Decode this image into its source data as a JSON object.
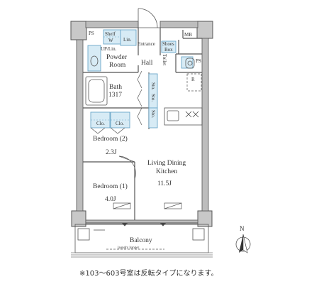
{
  "rooms": {
    "ps_top": "PS",
    "shelf": "Shelf",
    "w": "W",
    "lin_top": "Lin.",
    "up_lin": "UP/Lin.",
    "entrance": "Entrance",
    "shoes_box_1": "Shoes",
    "shoes_box_2": "Box",
    "mb": "MB",
    "powder_room_1": "Powder",
    "powder_room_2": "Room",
    "hall": "Hall",
    "toilet": "Toilet",
    "ps_right": "PS",
    "r": "R",
    "bath_1": "Bath",
    "bath_2": "1317",
    "sto_1": "Sto.",
    "sto_2": "Sto.",
    "sto_3": "Sto.",
    "clo_1": "Clo.",
    "clo_2": "Clo.",
    "bedroom2_name": "Bedroom (2)",
    "bedroom2_size": "2.3J",
    "ldk_name_1": "Living Dining",
    "ldk_name_2": "Kitchen",
    "ldk_size": "11.5J",
    "bedroom1_name": "Bedroom (1)",
    "bedroom1_size": "4.0J",
    "balcony": "Balcony",
    "laundry": "laundry hanger"
  },
  "compass": {
    "north": "N"
  },
  "footnote": "※103～603号室は反転タイプになります。",
  "colors": {
    "wall": "#b3b3b3",
    "line": "#555555",
    "storage_fill": "#d7ebf5",
    "storage_stroke": "#6aa7c9"
  }
}
